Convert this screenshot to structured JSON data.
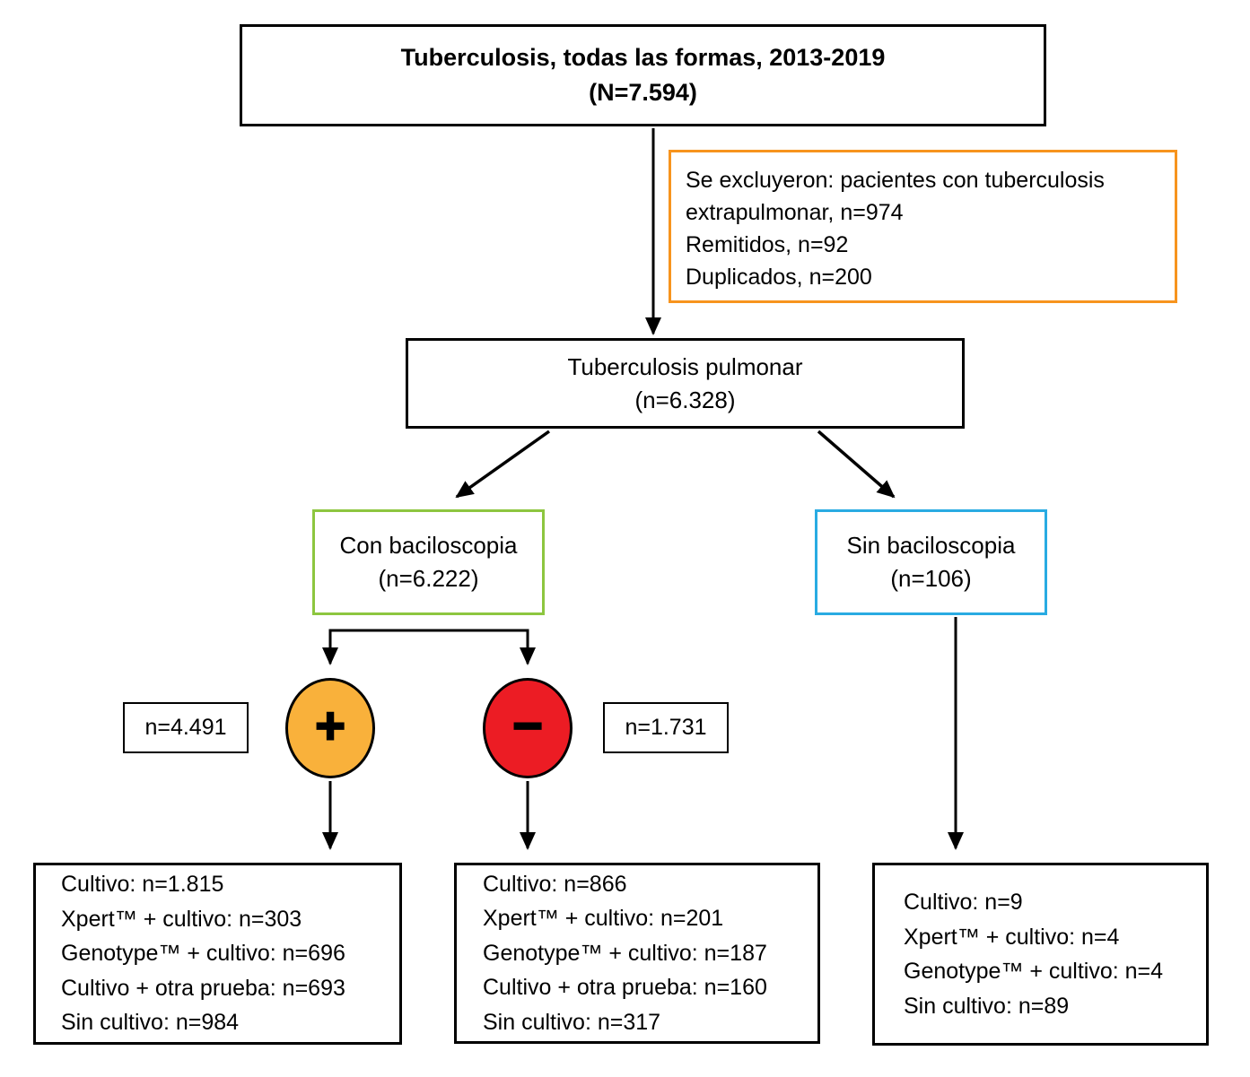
{
  "colors": {
    "exclusion_border": "#F7941E",
    "with_smear_border": "#8DC63F",
    "without_smear_border": "#29ABE2",
    "positive_circle_fill": "#F9B13B",
    "negative_circle_fill": "#EC1C24",
    "default_border": "#000000"
  },
  "nodes": {
    "root": {
      "title": "Tuberculosis, todas las formas, 2013-2019",
      "n": "(N=7.594)"
    },
    "exclusions": {
      "line1": "Se excluyeron: pacientes con tuberculosis extrapulmonar, n=974",
      "line2": "Remitidos, n=92",
      "line3": "Duplicados, n=200"
    },
    "pulmonary": {
      "title": "Tuberculosis pulmonar",
      "n": "(n=6.328)"
    },
    "with_smear": {
      "title": "Con baciloscopia",
      "n": "(n=6.222)"
    },
    "without_smear": {
      "title": "Sin baciloscopia",
      "n": "(n=106)"
    },
    "positive": {
      "symbol": "+",
      "n_label": "n=4.491"
    },
    "negative": {
      "symbol": "−",
      "n_label": "n=1.731"
    },
    "positive_detail": {
      "lines": [
        "Cultivo: n=1.815",
        "Xpert™ + cultivo: n=303",
        "Genotype™ + cultivo: n=696",
        "Cultivo + otra prueba: n=693",
        "Sin cultivo: n=984"
      ]
    },
    "negative_detail": {
      "lines": [
        "Cultivo: n=866",
        "Xpert™ + cultivo: n=201",
        "Genotype™ + cultivo: n=187",
        "Cultivo + otra prueba: n=160",
        "Sin cultivo: n=317"
      ]
    },
    "without_smear_detail": {
      "lines": [
        "Cultivo: n=9",
        "Xpert™ + cultivo: n=4",
        "Genotype™ + cultivo: n=4",
        "Sin cultivo: n=89"
      ]
    }
  }
}
